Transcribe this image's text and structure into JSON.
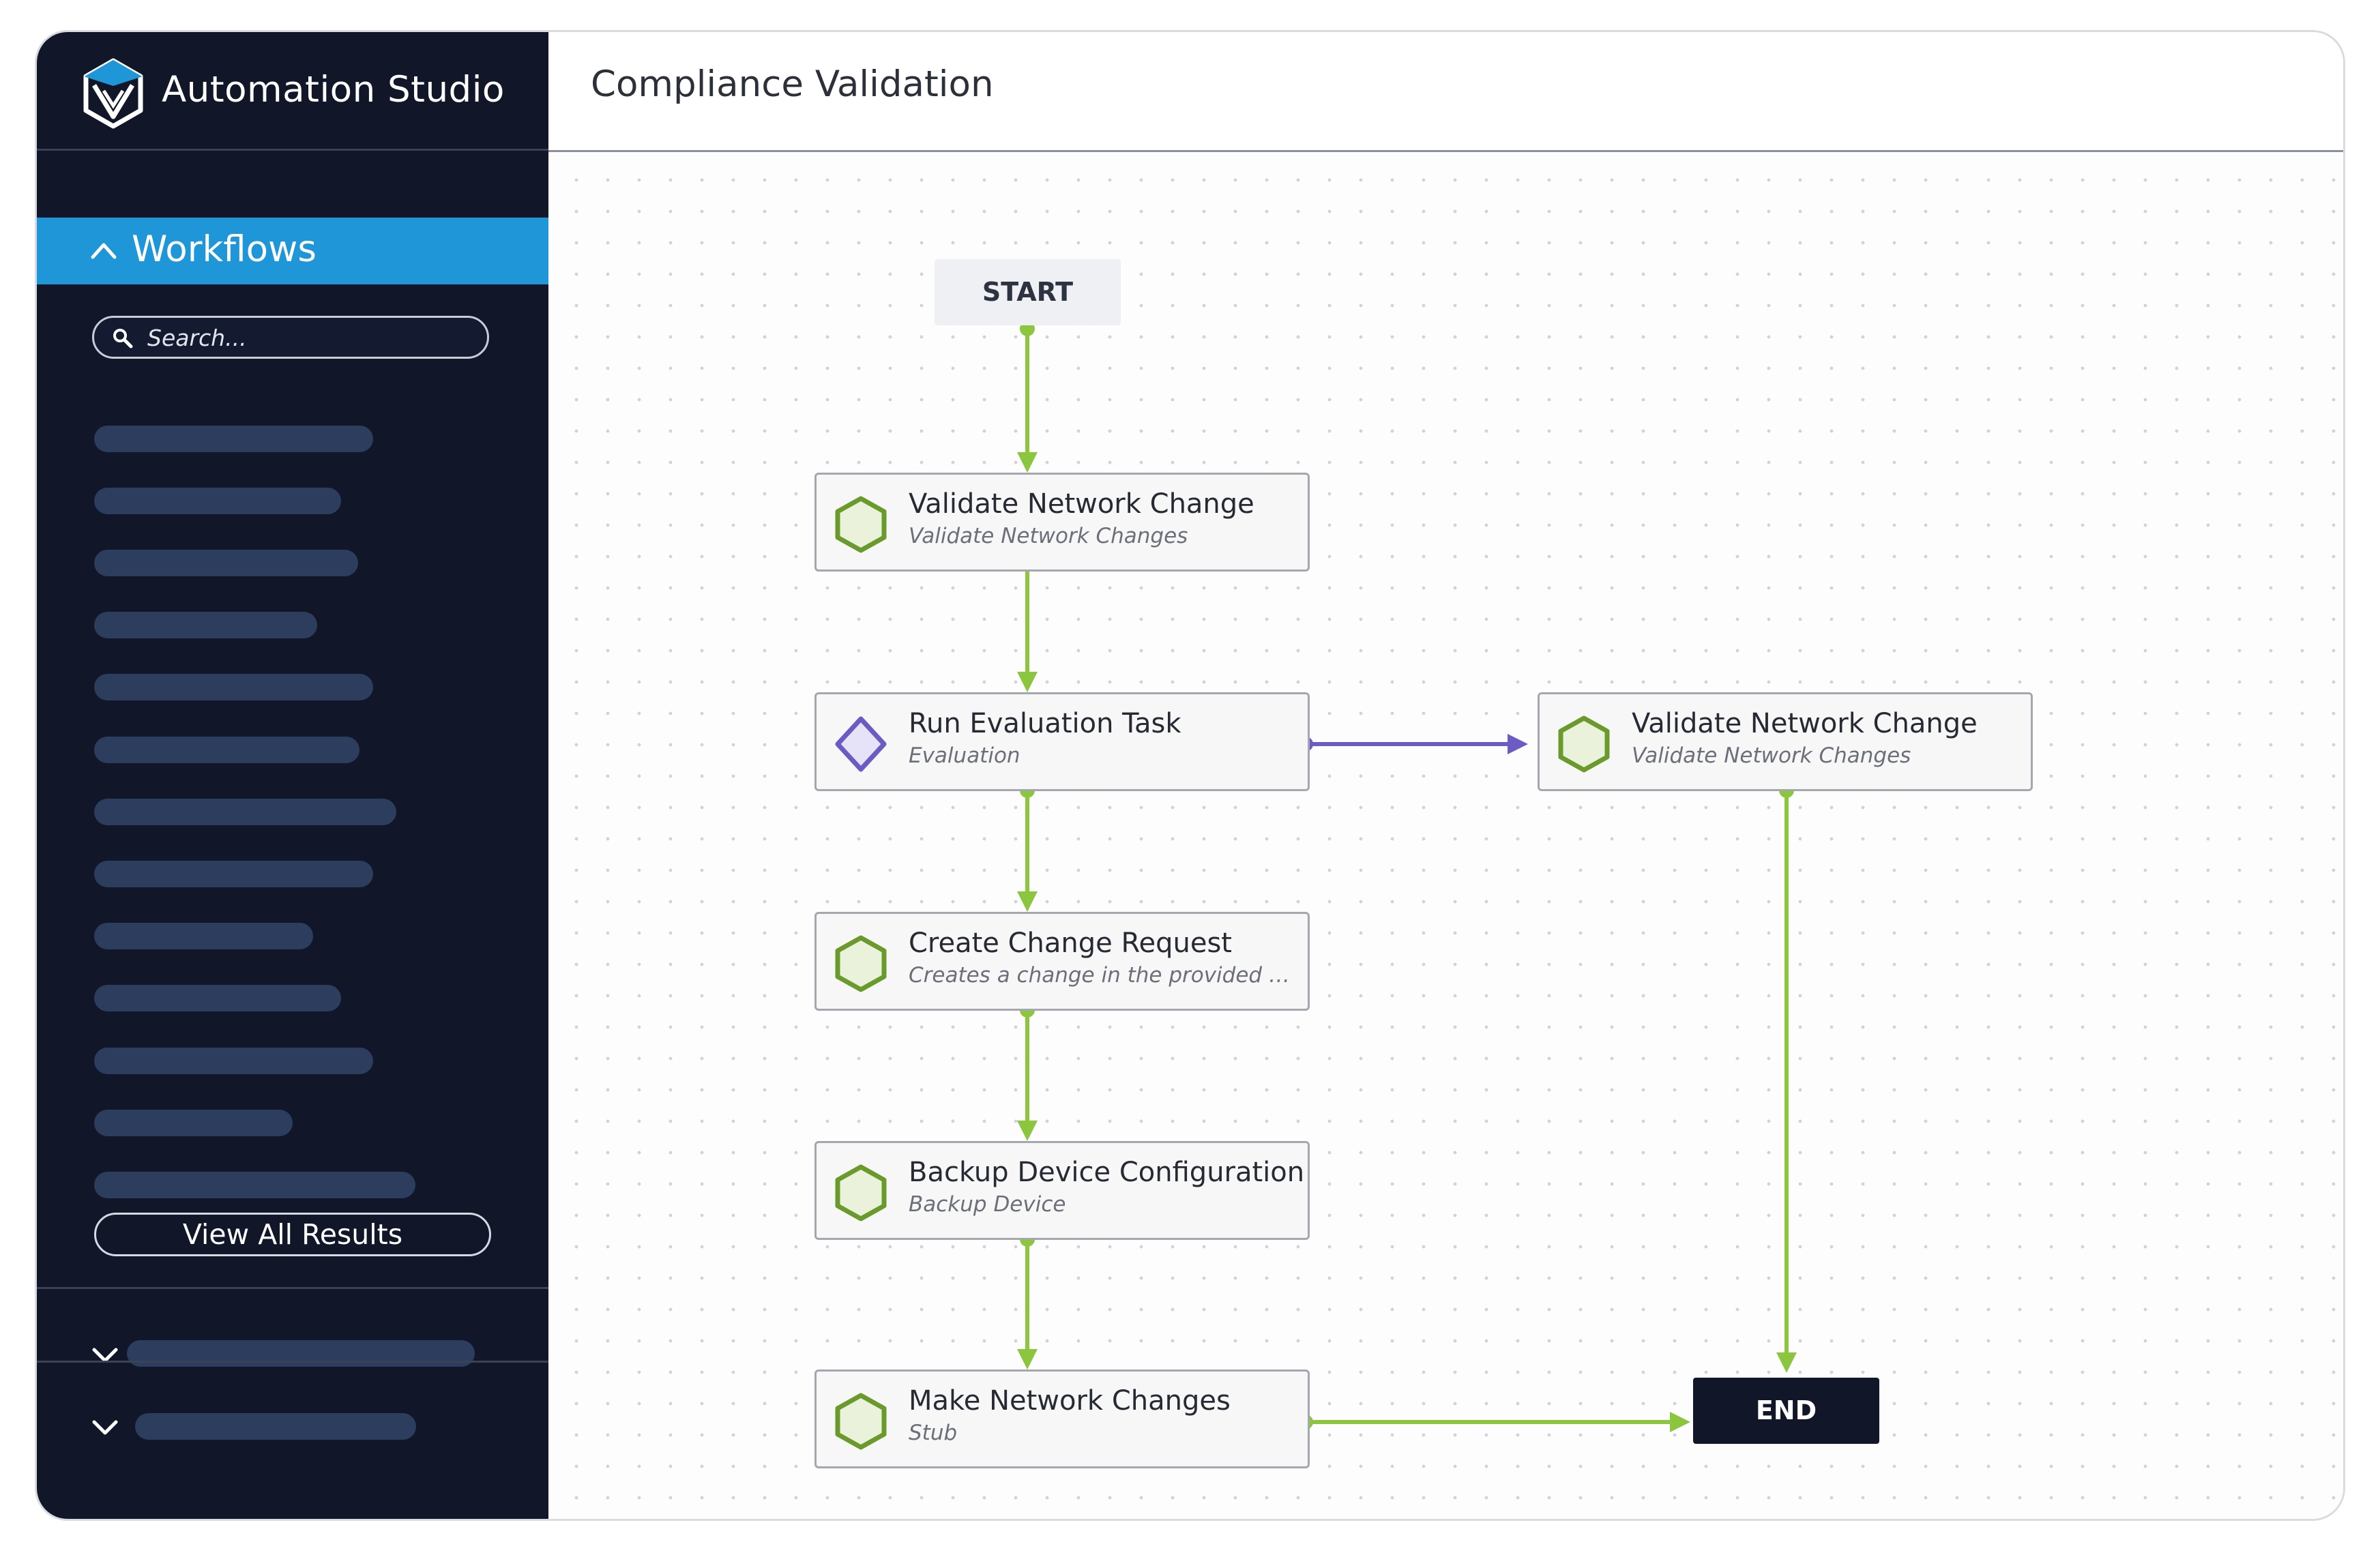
{
  "app": {
    "title": "Automation Studio"
  },
  "sidebar": {
    "section_title": "Workflows",
    "search_placeholder": "Search...",
    "view_all_label": "View All Results"
  },
  "main": {
    "title": "Compliance Validation"
  },
  "workflow": {
    "start_label": "START",
    "end_label": "END",
    "nodes": [
      {
        "title": "Validate Network Change",
        "subtitle": "Validate Network Changes",
        "icon": "hexagon-icon"
      },
      {
        "title": "Run Evaluation Task",
        "subtitle": "Evaluation",
        "icon": "diamond-icon"
      },
      {
        "title": "Validate Network Change",
        "subtitle": "Validate Network Changes",
        "icon": "hexagon-icon"
      },
      {
        "title": "Create Change Request",
        "subtitle": "Creates a change in the provided Service Now instance",
        "icon": "hexagon-icon"
      },
      {
        "title": "Backup Device Configuration",
        "subtitle": "Backup Device",
        "icon": "hexagon-icon"
      },
      {
        "title": "Make Network Changes",
        "subtitle": "Stub",
        "icon": "hexagon-icon"
      }
    ]
  },
  "colors": {
    "sidebar_bg": "#111729",
    "accent_blue": "#1e96d8",
    "edge_green": "#8cc63f",
    "edge_purple": "#6b5bc2",
    "task_green": "#6a9a2c",
    "decision_purple": "#6b5bc2"
  }
}
